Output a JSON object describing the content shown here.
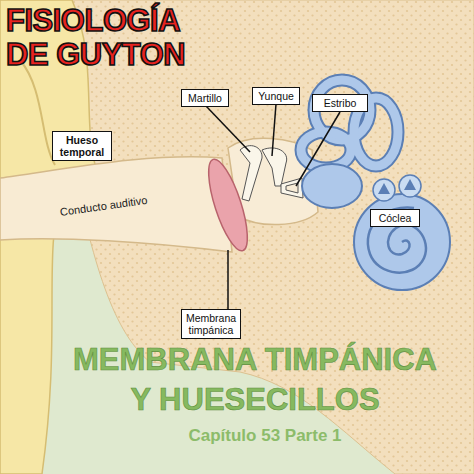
{
  "diagram": {
    "title": "MEMBRANA TIMPÁNICA Y HUESECILLOS",
    "caption": "Capítulo 53 Parte 1",
    "nodes": [
      {
        "text": [
          "Martillo"
        ]
      },
      {
        "text": [
          "Yunque"
        ]
      },
      {
        "text": [
          "Estribo"
        ]
      },
      {
        "text": [
          "Hueso temporal"
        ]
      },
      {
        "text": [
          "Cóclea"
        ]
      },
      {
        "text": [
          "Membrana timpánica"
        ]
      }
    ],
    "labels": [
      "FISIOLOGÍA DE GUYTON",
      "Conducto auditivo"
    ]
  }
}
